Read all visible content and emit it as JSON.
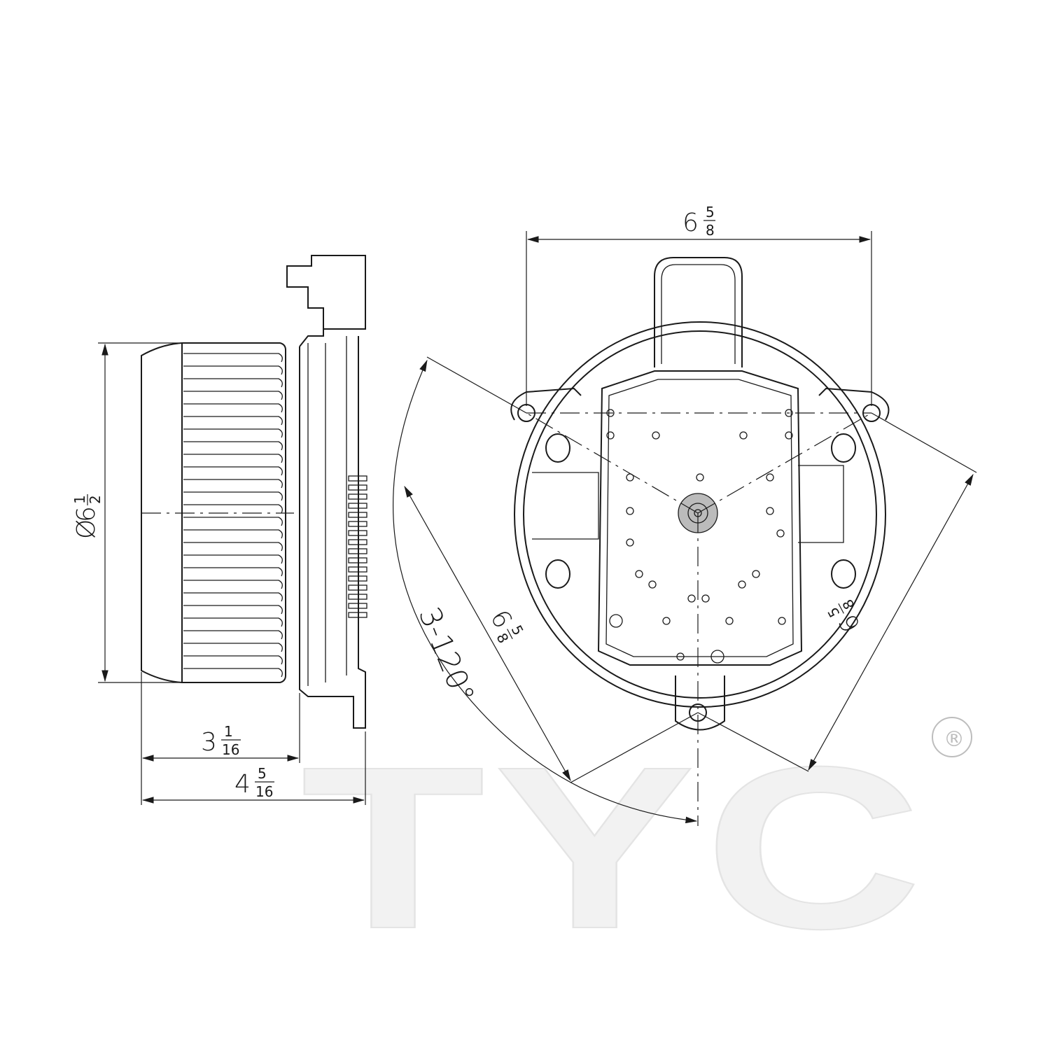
{
  "drawing": {
    "top_width": {
      "whole": "6",
      "num": "5",
      "den": "8"
    },
    "diameter": {
      "symbol": "Ø",
      "whole": "6",
      "num": "1",
      "den": "2"
    },
    "fan_depth": {
      "whole": "3",
      "num": "1",
      "den": "16"
    },
    "overall_depth": {
      "whole": "4",
      "num": "5",
      "den": "16"
    },
    "diag_left": {
      "whole": "6",
      "num": "5",
      "den": "8"
    },
    "diag_right": {
      "whole": "6",
      "num": "5",
      "den": "8"
    },
    "angle": "3-120°"
  },
  "watermark": {
    "text": "TYC",
    "registered": "®"
  }
}
